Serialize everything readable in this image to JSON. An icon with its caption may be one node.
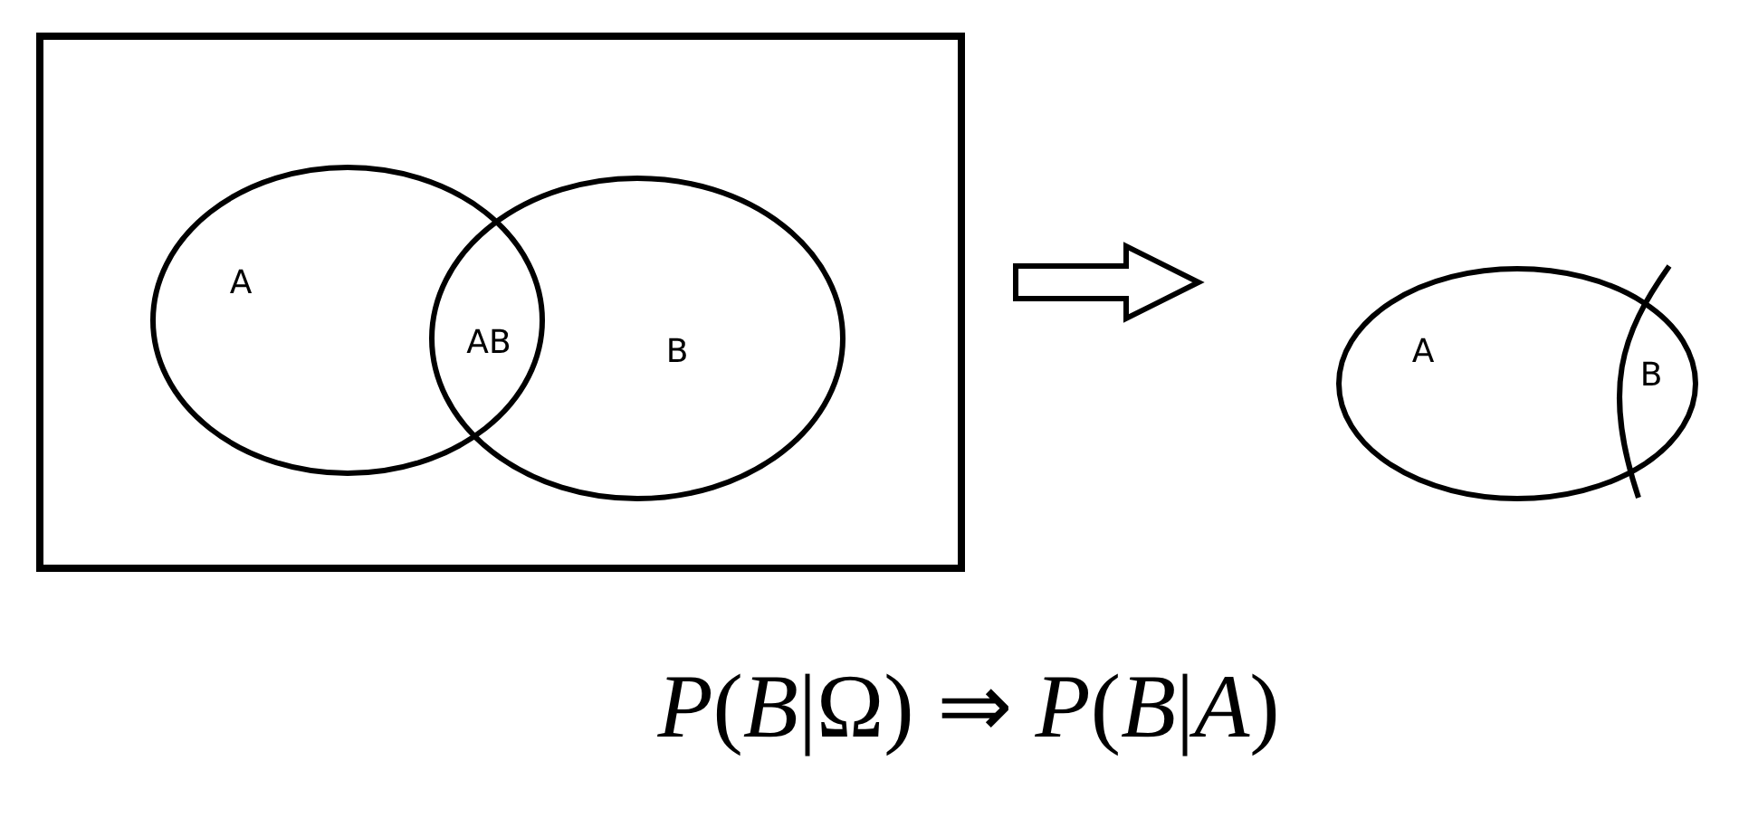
{
  "diagram": {
    "caption": "*P*(*B*|Ω) ⇒ *P*(*B*|*A*)",
    "nodes": [
      {
        "text": [],
        "shape": "box"
      },
      {
        "text": [
          "A"
        ],
        "in": 0
      },
      {
        "text": [
          "B"
        ],
        "in": 0
      },
      {
        "text": [
          "A"
        ]
      },
      {
        "text": [
          "B"
        ],
        "in": 3
      }
    ],
    "edges": [
      {
        "from": 0,
        "to": 3,
        "arrow": "to"
      }
    ],
    "labels": [
      "AB"
    ]
  }
}
